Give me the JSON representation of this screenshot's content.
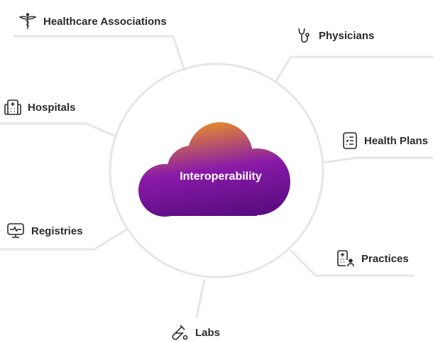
{
  "center": {
    "label": "Interoperability",
    "gradient": [
      "#e38a2e",
      "#8a1aa8",
      "#5c0d84"
    ]
  },
  "nodes": [
    {
      "label": "Healthcare Associations",
      "icon": "caduceus-icon"
    },
    {
      "label": "Physicians",
      "icon": "stethoscope-icon"
    },
    {
      "label": "Hospitals",
      "icon": "hospital-icon"
    },
    {
      "label": "Health Plans",
      "icon": "checklist-icon"
    },
    {
      "label": "Registries",
      "icon": "monitor-pulse-icon"
    },
    {
      "label": "Practices",
      "icon": "clinic-document-icon"
    },
    {
      "label": "Labs",
      "icon": "test-tube-icon"
    }
  ],
  "colors": {
    "line": "#e6e6e6",
    "text": "#2b2b2b"
  }
}
